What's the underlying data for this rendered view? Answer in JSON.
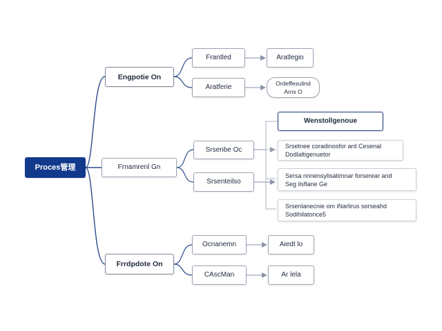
{
  "diagram": {
    "root": {
      "label": "Proces管理"
    },
    "branch_top": {
      "label": "Engpotie On",
      "children": [
        {
          "label": "Frantled",
          "result": "Aratlegio"
        },
        {
          "label": "Aratferie",
          "result": "Ordeffesulind\nArns O"
        }
      ]
    },
    "branch_mid": {
      "label": "Frnamrenl Gn",
      "children": [
        {
          "label": "Srsenbe Oc"
        },
        {
          "label": "Srsenteilso"
        }
      ],
      "header": "Wenstollgenoue",
      "notes": [
        "Srsetnee coradinosfor ard Cesenal\nDodlaltigenuetor",
        "Sersa nnnensylisatimnar forserear and\nSeg ilsflane Ge",
        "Srsenlanecnie om iNarlirus sorseahd\nSodihilatonce5"
      ]
    },
    "branch_bot": {
      "label": "Frrdpdote On",
      "children": [
        {
          "label": "Ocnanemn",
          "result": "Aiedt lo"
        },
        {
          "label": "CAscMan",
          "result": "Ar lela"
        }
      ]
    },
    "colors": {
      "root": "#123a8c",
      "connector": "#2c4a8c",
      "arrow": "#8a93a8"
    }
  }
}
